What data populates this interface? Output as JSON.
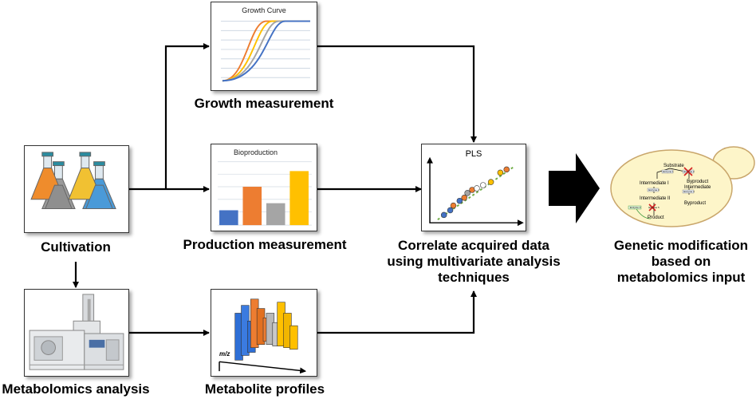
{
  "nodes": {
    "cultivation": {
      "label": "Cultivation"
    },
    "growth": {
      "label": "Growth measurement",
      "chart_title": "Growth Curve"
    },
    "production": {
      "label": "Production measurement",
      "chart_title": "Bioproduction"
    },
    "metabolomics": {
      "label": "Metabolomics analysis"
    },
    "profiles": {
      "label": "Metabolite profiles",
      "axis_label": "m/z"
    },
    "pls": {
      "title": "PLS",
      "label_lines": [
        "Correlate acquired data",
        "using multivariate analysis",
        "techniques"
      ]
    },
    "genetic": {
      "label_lines": [
        "Genetic modification",
        "based on",
        "metabolomics input"
      ],
      "pathway": {
        "substrate": "Substrate",
        "intermediate1": "Intermediate I",
        "intermediate2": "Intermediate II",
        "byproduct_intermediate": [
          "Byproduct",
          "Intermediate"
        ],
        "byproduct": "Byproduct",
        "product": "Product",
        "enzymes": [
          "Enzyme 1",
          "Enzyme 2",
          "Enzyme 3",
          "Enzyme 4",
          "Enzyme 5",
          "Enzyme 1'"
        ]
      }
    }
  },
  "colors": {
    "blue": "#4472c4",
    "orange": "#ed7d31",
    "gray": "#a5a5a5",
    "yellow": "#ffc000",
    "green_dotted": "#70ad47",
    "cell_fill": "#fdf5c9",
    "cell_border": "#c9a66b"
  }
}
